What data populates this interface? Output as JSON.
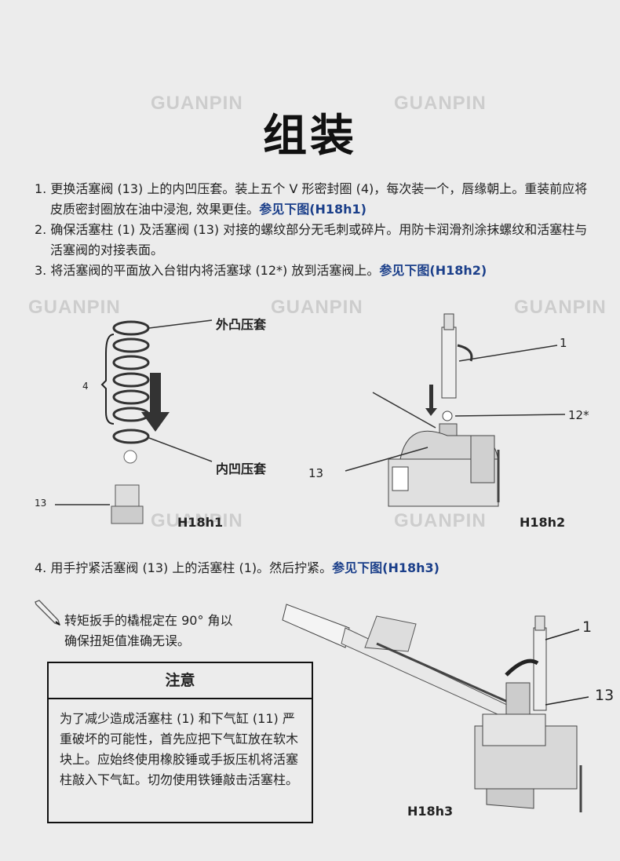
{
  "title": "组装",
  "watermark": "GUANPIN",
  "steps": [
    {
      "text": "1. 更换活塞阀 (13) 上的内凹压套。装上五个 V 形密封圈 (4)，每次装一个，唇缘朝上。重装前应将皮质密封圈放在油中浸泡, 效果更佳。",
      "link": "参见下图(H18h1)"
    },
    {
      "text": "2. 确保活塞柱 (1) 及活塞阀 (13) 对接的螺纹部分无毛刺或碎片。用防卡润滑剂涂抹螺纹和活塞柱与活塞阀的对接表面。",
      "link": ""
    },
    {
      "text": "3. 将活塞阀的平面放入台钳内将活塞球 (12*) 放到活塞阀上。",
      "link": "参见下图(H18h2)"
    }
  ],
  "step4": {
    "text": "4. 用手拧紧活塞阀 (13) 上的活塞柱 (1)。然后拧紧。",
    "link": "参见下图(H18h3)"
  },
  "fig1": {
    "outer": "外凸压套",
    "inner": "内凹压套",
    "n4": "4",
    "n13": "13",
    "caption": "H18h1"
  },
  "fig2": {
    "n1": "1",
    "n12": "12*",
    "n13": "13",
    "caption": "H18h2"
  },
  "fig3": {
    "n1": "1",
    "n13": "13",
    "caption": "H18h3"
  },
  "note": {
    "line1": "转矩扳手的橇棍定在 90° 角以",
    "line2": "确保扭矩值准确无误。"
  },
  "caution": {
    "title": "注意",
    "body": "为了减少造成活塞柱 (1) 和下气缸 (11) 严重破坏的可能性，首先应把下气缸放在软木块上。应始终使用橡胶锤或手扳压机将活塞柱敲入下气缸。切勿使用铁锤敲击活塞柱。"
  }
}
